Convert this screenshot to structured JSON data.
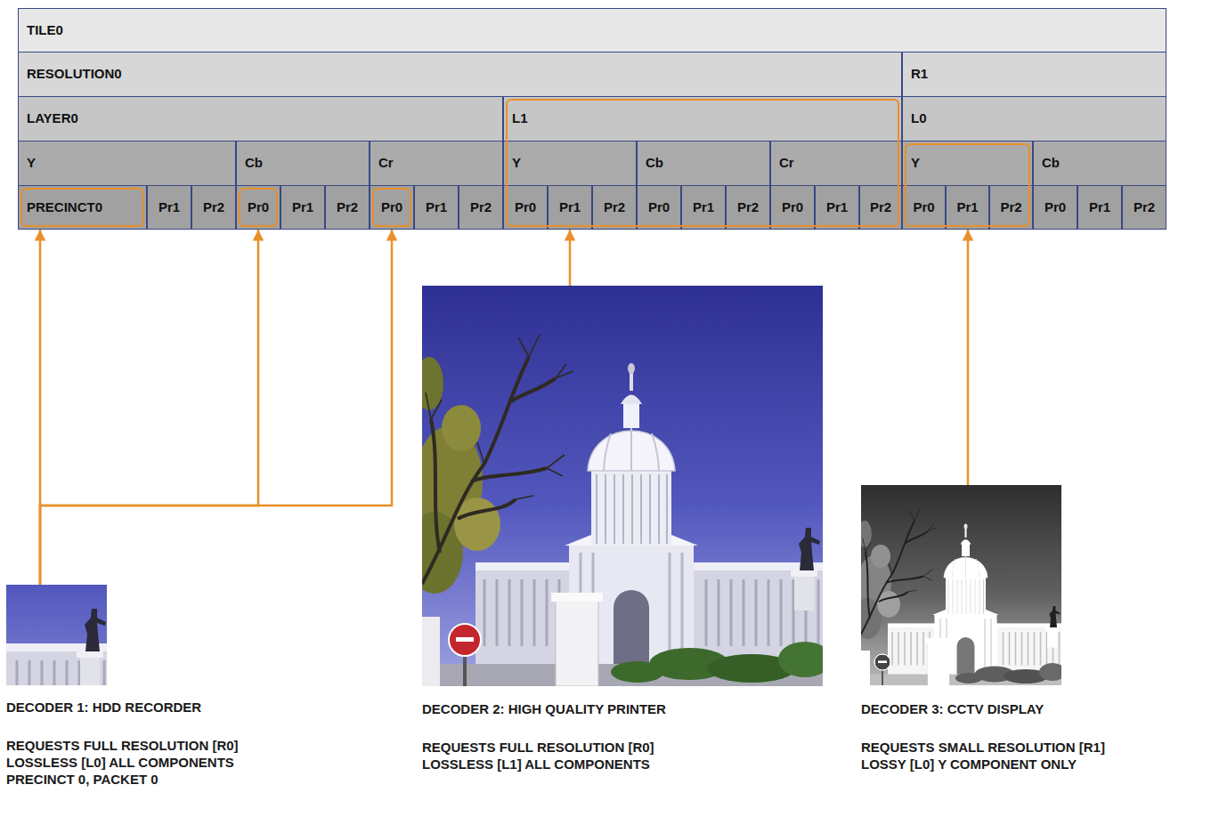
{
  "diagram": {
    "nodes": [
      {
        "text": [
          "TILE0"
        ]
      },
      {
        "text": [
          "RESOLUTION0"
        ],
        "in": 0
      },
      {
        "text": [
          "LAYER0"
        ],
        "in": 1
      },
      {
        "text": [
          "Y"
        ],
        "in": 2
      },
      {
        "text": [
          "PRECINCT0"
        ],
        "in": 3
      },
      {
        "text": [
          "Pr1"
        ],
        "in": 3
      },
      {
        "text": [
          "Pr2"
        ],
        "in": 3
      },
      {
        "text": [
          "Cb"
        ],
        "in": 2
      },
      {
        "text": [
          "Pr0"
        ],
        "in": 7
      },
      {
        "text": [
          "Pr1"
        ],
        "in": 7
      },
      {
        "text": [
          "Pr2"
        ],
        "in": 7
      },
      {
        "text": [
          "Cr"
        ],
        "in": 2
      },
      {
        "text": [
          "Pr0"
        ],
        "in": 11
      },
      {
        "text": [
          "Pr1"
        ],
        "in": 11
      },
      {
        "text": [
          "Pr2"
        ],
        "in": 11
      },
      {
        "text": [
          "L1"
        ],
        "in": 1
      },
      {
        "text": [
          "Y"
        ],
        "in": 15
      },
      {
        "text": [
          "Pr0"
        ],
        "in": 16
      },
      {
        "text": [
          "Pr1"
        ],
        "in": 16
      },
      {
        "text": [
          "Pr2"
        ],
        "in": 16
      },
      {
        "text": [
          "Cb"
        ],
        "in": 15
      },
      {
        "text": [
          "Pr0"
        ],
        "in": 20
      },
      {
        "text": [
          "Pr1"
        ],
        "in": 20
      },
      {
        "text": [
          "Pr2"
        ],
        "in": 20
      },
      {
        "text": [
          "Cr"
        ],
        "in": 15
      },
      {
        "text": [
          "Pr0"
        ],
        "in": 24
      },
      {
        "text": [
          "Pr1"
        ],
        "in": 24
      },
      {
        "text": [
          "Pr2"
        ],
        "in": 24
      },
      {
        "text": [
          "R1"
        ],
        "in": 0
      },
      {
        "text": [
          "L0"
        ],
        "in": 28
      },
      {
        "text": [
          "Y"
        ],
        "in": 29
      },
      {
        "text": [
          "Pr0"
        ],
        "in": 30
      },
      {
        "text": [
          "Pr1"
        ],
        "in": 30
      },
      {
        "text": [
          "Pr2"
        ],
        "in": 30
      },
      {
        "text": [
          "Cb"
        ],
        "in": 29
      },
      {
        "text": [
          "Pr0"
        ],
        "in": 34
      },
      {
        "text": [
          "Pr1"
        ],
        "in": 34
      },
      {
        "text": [
          "Pr2"
        ],
        "in": 34
      },
      {
        "text": [
          "DECODER 1: HDD RECORDER",
          "REQUESTS FULL RESOLUTION [R0] LOSSLESS [L0] ALL COMPONENTS PRECINCT 0, PACKET 0"
        ]
      },
      {
        "text": [
          "DECODER 2: HIGH QUALITY PRINTER",
          "REQUESTS FULL RESOLUTION [R0] LOSSLESS [L1] ALL COMPONENTS"
        ]
      },
      {
        "text": [
          "DECODER 3: CCTV DISPLAY",
          "REQUESTS SMALL RESOLUTION [R1] LOSSY [L0] Y COMPONENT ONLY"
        ]
      }
    ],
    "edges": [
      {
        "from": 38,
        "to": 4,
        "arrow": "to"
      },
      {
        "from": 38,
        "to": 8,
        "arrow": "to"
      },
      {
        "from": 38,
        "to": 12,
        "arrow": "to"
      },
      {
        "from": 39,
        "to": 15,
        "arrow": "to"
      },
      {
        "from": 40,
        "to": 30,
        "arrow": "to"
      }
    ]
  }
}
